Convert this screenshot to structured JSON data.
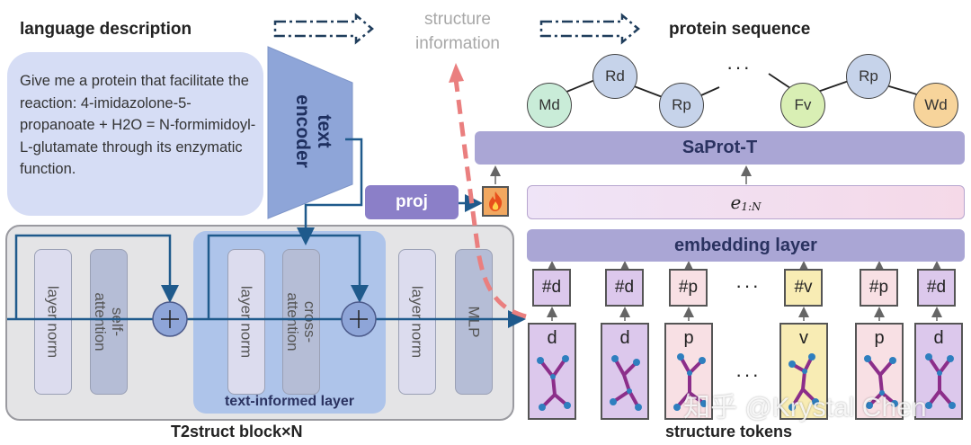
{
  "titles": {
    "language_description": "language description",
    "structure_information": "structure\ninformation",
    "protein_sequence": "protein sequence",
    "t2struct_block": "T2struct block×N",
    "structure_tokens": "structure tokens"
  },
  "prompt_text": "Give me a protein that facilitate the reaction: 4-imidazolone-5-propanoate + H2O = N-formimidoyl-L-glutamate through its enzymatic function.",
  "text_encoder": "text\nencoder",
  "proj": "proj",
  "block_layers": {
    "norm1": "layer norm",
    "self_attention": "self-\nattention",
    "norm2": "layer norm",
    "cross_attention": "cross-\nattention",
    "norm3": "layer norm",
    "mlp": "MLP"
  },
  "text_informed_layer": "text-informed layer",
  "saprot_t": "SaProt-T",
  "embedding_sequence": "e",
  "embedding_subscript": "1:N",
  "embedding_layer": "embedding layer",
  "ellipsis": "···",
  "protein_nodes": [
    {
      "label": "Md",
      "color": "#c9ecd8"
    },
    {
      "label": "Rd",
      "color": "#c6d3ea"
    },
    {
      "label": "Rp",
      "color": "#c6d3ea"
    },
    {
      "label": "Fv",
      "color": "#d9efb4"
    },
    {
      "label": "Rp",
      "color": "#c6d3ea"
    },
    {
      "label": "Wd",
      "color": "#f7d49b"
    }
  ],
  "tokens": [
    {
      "label": "#d",
      "color": "#dcc8ec",
      "struct": "d"
    },
    {
      "label": "#d",
      "color": "#dcc8ec",
      "struct": "d"
    },
    {
      "label": "#p",
      "color": "#f8e0e4",
      "struct": "p"
    },
    {
      "label": "#v",
      "color": "#f8ecb4",
      "struct": "v"
    },
    {
      "label": "#p",
      "color": "#f8e0e4",
      "struct": "p"
    },
    {
      "label": "#d",
      "color": "#dcc8ec",
      "struct": "d"
    }
  ],
  "watermark": "知乎 @Krystal Chen",
  "colors": {
    "arrow_blue": "#1f5a8c",
    "dashed_red": "#ea7f7f",
    "fire": "#f2a860"
  }
}
